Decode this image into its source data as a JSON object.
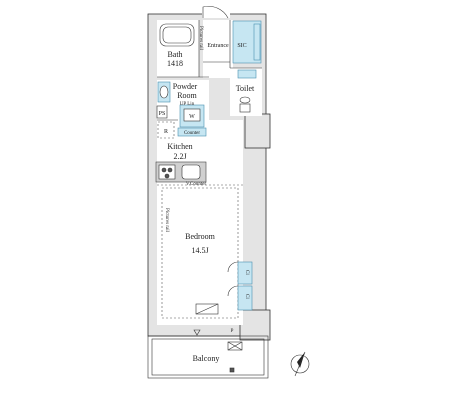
{
  "rooms": {
    "bath": {
      "name": "Bath",
      "size": "1418"
    },
    "powder": {
      "line1": "Powder",
      "line2": "Room"
    },
    "entrance": "Entrance",
    "sic": "SIC",
    "toilet": "Toilet",
    "kitchen": {
      "name": "Kitchen",
      "size": "2.2J"
    },
    "bedroom": {
      "name": "Bedroom",
      "size": "14.5J"
    },
    "balcony": "Balcony"
  },
  "fixtures": {
    "ps": "PS",
    "r": "R",
    "w": "W",
    "counter": "Counter",
    "up_lin": "UP Lin",
    "cl": "Cl"
  },
  "notes": {
    "pictures_rail": "Pictures rail",
    "v_counter": "V.Counter",
    "p": "P"
  }
}
